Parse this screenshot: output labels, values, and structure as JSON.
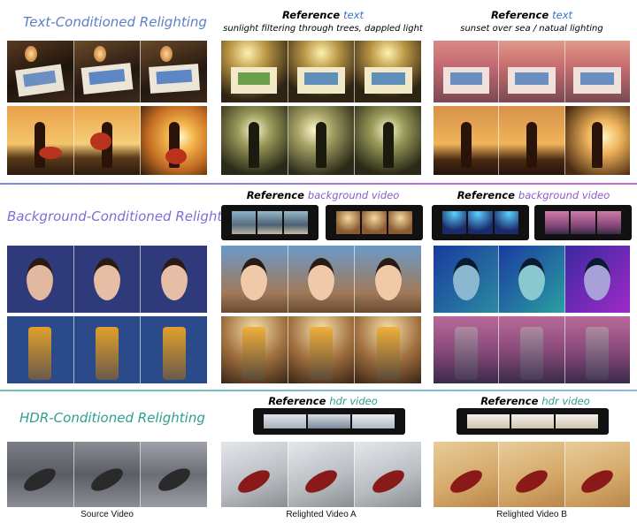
{
  "sections": {
    "text": {
      "title": "Text-Conditioned Relighting",
      "title_color": "#5b7fc4",
      "ref_a_prefix": "Reference",
      "ref_a_keyword": "text",
      "ref_a_prompt": "sunlight filtering through trees, dappled light",
      "ref_b_prefix": "Reference",
      "ref_b_keyword": "text",
      "ref_b_prompt": "sunset over sea / natual lighting"
    },
    "background": {
      "title": "Background-Conditioned Relighting",
      "title_color": "#7b6fd6",
      "ref_a_prefix": "Reference",
      "ref_a_keyword": "background video",
      "ref_b_prefix": "Reference",
      "ref_b_keyword": "background video"
    },
    "hdr": {
      "title": "HDR-Conditioned Relighting",
      "title_color": "#2e9e8f",
      "ref_a_prefix": "Reference",
      "ref_a_keyword": "hdr video",
      "ref_b_prefix": "Reference",
      "ref_b_keyword": "hdr video"
    }
  },
  "columns": {
    "source": "Source Video",
    "a": "Relighted Video A",
    "b": "Relighted Video B"
  },
  "colors": {
    "text_keyword": "#3b6fc8",
    "bg_keyword": "#8a5bc8",
    "hdr_keyword": "#2e9e8f",
    "divider_1": "#9b6ad6",
    "divider_2": "#5fb8a8"
  }
}
